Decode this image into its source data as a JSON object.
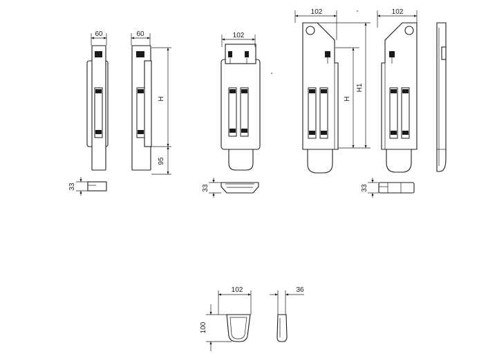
{
  "dimensions": {
    "w60_a": "60",
    "w60_b": "60",
    "w102_c": "102",
    "w102_d": "102",
    "w102_e": "102",
    "w102_bottom": "102",
    "w36": "36",
    "h_b": "H",
    "h_d": "H",
    "h1_d": "H1",
    "h95": "95",
    "h33_a": "33",
    "h33_c": "33",
    "h33_e": "33",
    "h100": "100"
  }
}
